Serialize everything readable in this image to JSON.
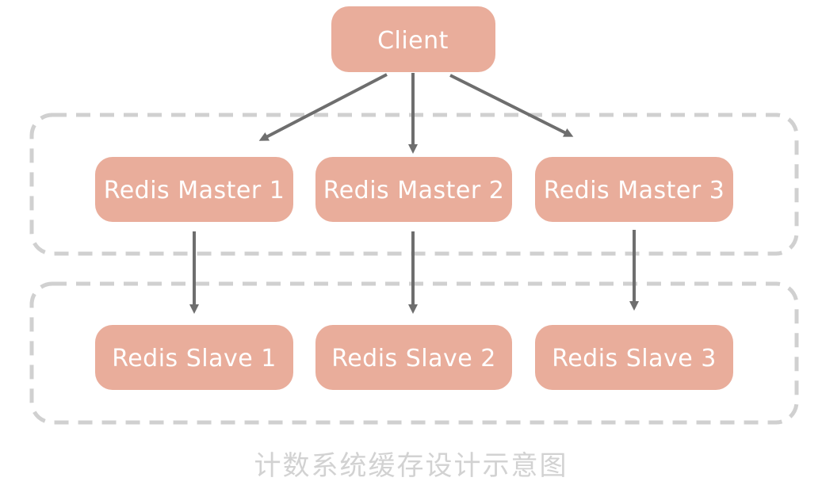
{
  "diagram": {
    "client": "Client",
    "masters": [
      "Redis Master 1",
      "Redis Master 2",
      "Redis Master 3"
    ],
    "slaves": [
      "Redis Slave 1",
      "Redis Slave 2",
      "Redis Slave 3"
    ],
    "caption": "计数系统缓存设计示意图",
    "colors": {
      "node_fill": "#e9ad9b",
      "node_text": "#ffffff",
      "arrow": "#6e6e6e",
      "group_border": "#d0d0d0",
      "caption": "#d2d2d2"
    }
  }
}
